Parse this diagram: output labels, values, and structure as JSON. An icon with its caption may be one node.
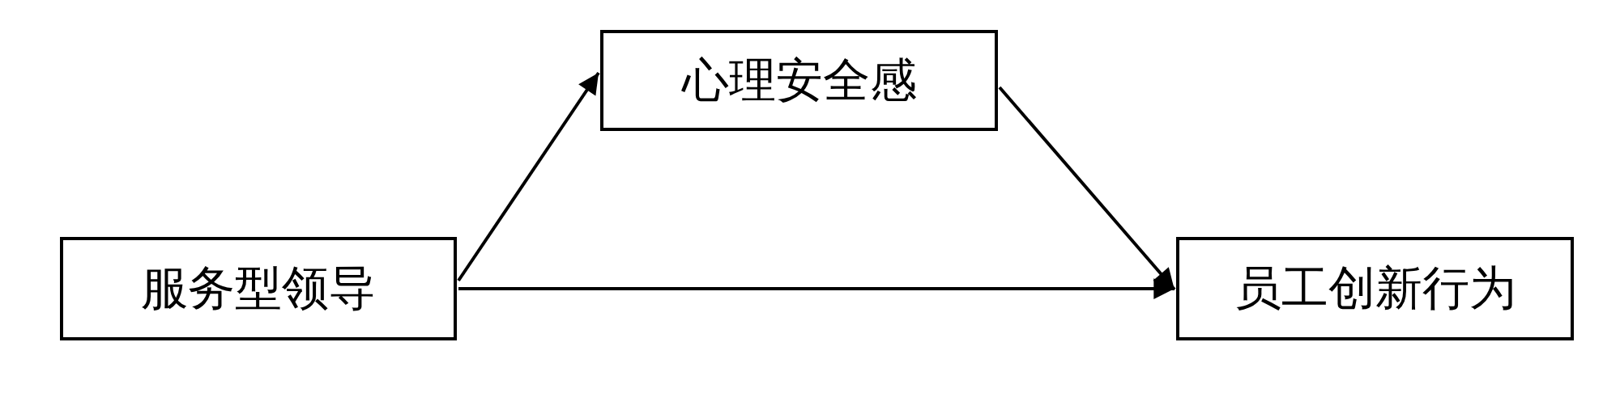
{
  "diagram": {
    "nodes": [
      {
        "text": [
          "服务型领导"
        ]
      },
      {
        "text": [
          "心理安全感"
        ]
      },
      {
        "text": [
          "员工创新行为"
        ]
      }
    ],
    "edges": [
      {
        "from": 0,
        "to": 1,
        "arrow": "to"
      },
      {
        "from": 1,
        "to": 2,
        "arrow": "to"
      },
      {
        "from": 0,
        "to": 2,
        "arrow": "to"
      }
    ]
  }
}
